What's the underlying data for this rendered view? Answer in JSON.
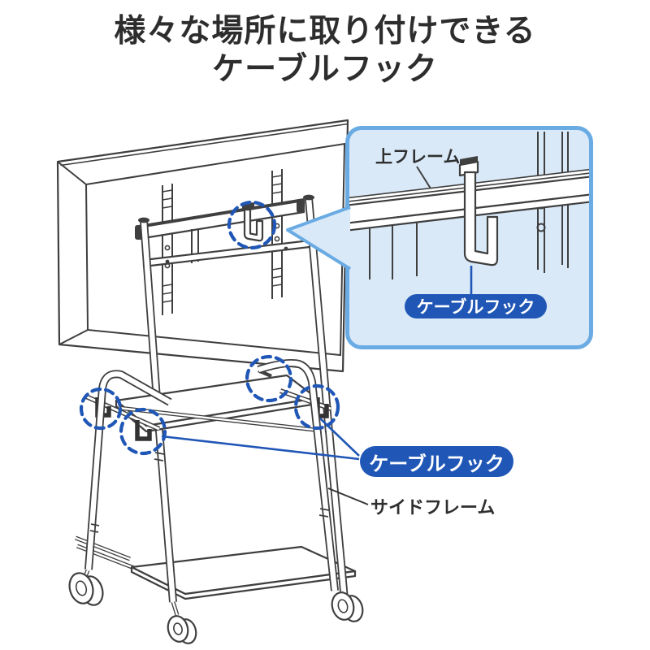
{
  "title": {
    "line1": "様々な場所に取り付けできる",
    "line2": "ケーブルフック"
  },
  "inset": {
    "frame_label": "上フレーム",
    "hook_label": "ケーブルフック"
  },
  "labels": {
    "hook_label": "ケーブルフック",
    "side_frame_label": "サイドフレーム"
  },
  "icons": {
    "callout_wedge": "callout-pointer",
    "highlight_circles": "dashed-highlight-circle"
  },
  "colors": {
    "accent_blue": "#2057b6",
    "inset_bg": "#d9e9f8",
    "inset_border": "#6aabe4",
    "line_dark": "#3f3f3f",
    "title_text": "#2d2d2d"
  }
}
